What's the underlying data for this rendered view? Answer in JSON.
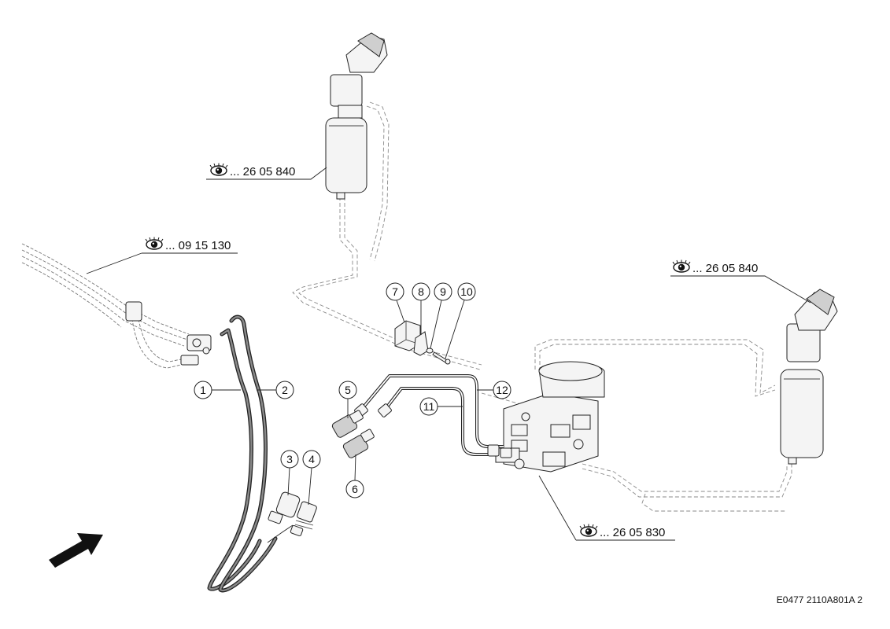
{
  "references": [
    {
      "id": "ref-top",
      "text": "... 26 05 840"
    },
    {
      "id": "ref-left",
      "text": "... 09 15 130"
    },
    {
      "id": "ref-right",
      "text": "... 26 05 840"
    },
    {
      "id": "ref-bottom",
      "text": "... 26 05 830"
    }
  ],
  "callouts": [
    "1",
    "2",
    "3",
    "4",
    "5",
    "6",
    "7",
    "8",
    "9",
    "10",
    "11",
    "12"
  ],
  "drawing_code": "E0477 2110A801A 2",
  "icons": {
    "reference": "eye-icon",
    "direction": "arrow-icon"
  }
}
